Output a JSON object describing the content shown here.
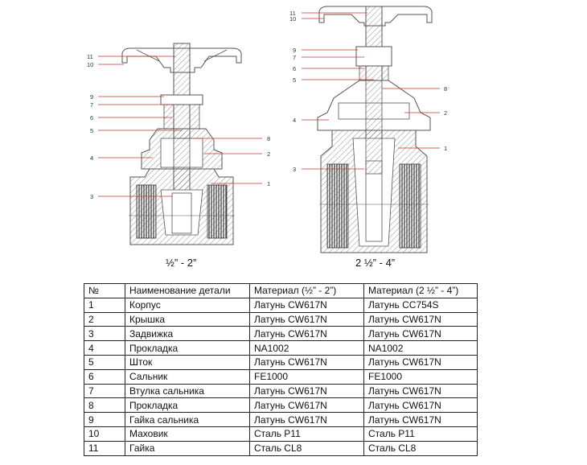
{
  "figures": [
    {
      "caption": "½” - 2”",
      "callouts": [
        "11",
        "10",
        "9",
        "7",
        "6",
        "5",
        "4",
        "3",
        "8",
        "2",
        "1"
      ]
    },
    {
      "caption": "2 ½” -  4”",
      "callouts": [
        "11",
        "10",
        "9",
        "7",
        "6",
        "5",
        "4",
        "3",
        "8",
        "2",
        "1"
      ]
    }
  ],
  "colors": {
    "leader_line": "#c0392b",
    "outline": "#555555",
    "table_border": "#222222"
  },
  "table": {
    "headers": [
      "№",
      "Наименование детали",
      "Материал  (½” - 2”)",
      "Материал  (2 ½” -  4”)"
    ],
    "rows": [
      [
        "1",
        "Корпус",
        "Латунь CW617N",
        "Латунь CC754S"
      ],
      [
        "2",
        "Крышка",
        "Латунь CW617N",
        "Латунь CW617N"
      ],
      [
        "3",
        "Задвижка",
        "Латунь CW617N",
        "Латунь CW617N"
      ],
      [
        "4",
        "Прокладка",
        "NA1002",
        "NA1002"
      ],
      [
        "5",
        "Шток",
        "Латунь CW617N",
        "Латунь CW617N"
      ],
      [
        "6",
        "Сальник",
        "FE1000",
        "FE1000"
      ],
      [
        "7",
        "Втулка сальника",
        "Латунь CW617N",
        "Латунь CW617N"
      ],
      [
        "8",
        "Прокладка",
        "Латунь CW617N",
        "Латунь CW617N"
      ],
      [
        "9",
        "Гайка сальника",
        "Латунь CW617N",
        "Латунь CW617N"
      ],
      [
        "10",
        "Маховик",
        "Сталь P11",
        "Сталь P11"
      ],
      [
        "11",
        "Гайка",
        "Сталь CL8",
        "Сталь CL8"
      ]
    ]
  }
}
